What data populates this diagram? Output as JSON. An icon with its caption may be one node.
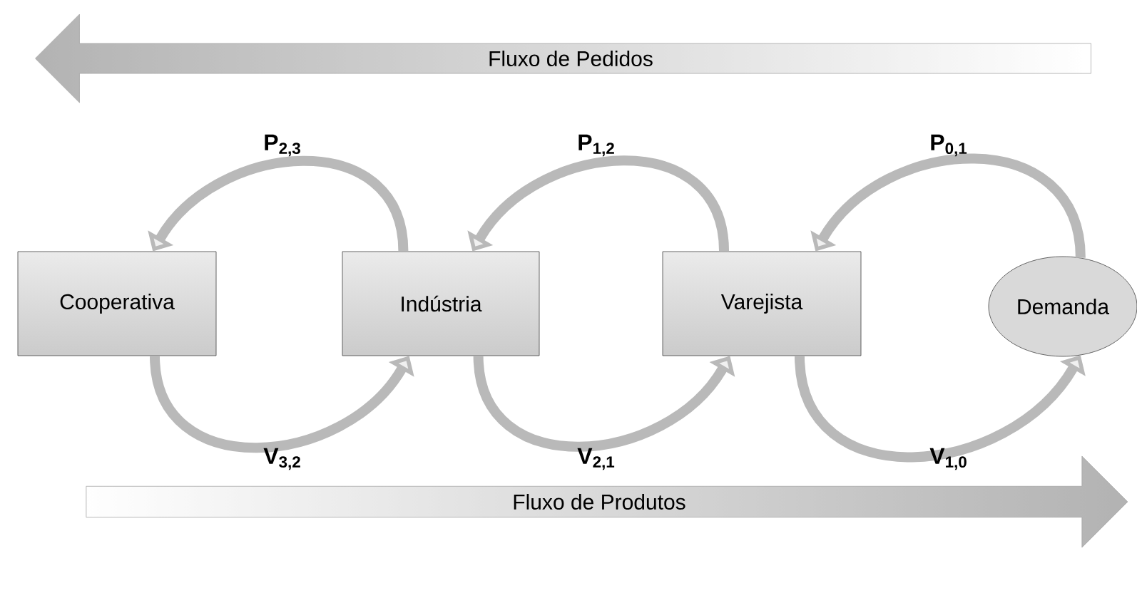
{
  "diagram": {
    "nodes": [
      {
        "text": [
          "Fluxo de Pedidos"
        ]
      },
      {
        "text": [
          "Cooperativa"
        ]
      },
      {
        "text": [
          "Indústria"
        ]
      },
      {
        "text": [
          "Varejista"
        ]
      },
      {
        "text": [
          "Demanda"
        ]
      },
      {
        "text": [
          "Fluxo de Produtos"
        ]
      }
    ],
    "edges": [
      {
        "from": 2,
        "to": 1,
        "arrow": "to",
        "label": "P$_{2,3}$"
      },
      {
        "from": 3,
        "to": 2,
        "arrow": "to",
        "label": "P$_{1,2}$"
      },
      {
        "from": 4,
        "to": 3,
        "arrow": "to",
        "label": "P$_{0,1}$"
      },
      {
        "from": 1,
        "to": 2,
        "arrow": "to",
        "label": "V$_{3,2}$"
      },
      {
        "from": 2,
        "to": 3,
        "arrow": "to",
        "label": "V$_{2,1}$"
      },
      {
        "from": 3,
        "to": 4,
        "arrow": "to",
        "label": "V$_{1,0}$"
      }
    ]
  }
}
